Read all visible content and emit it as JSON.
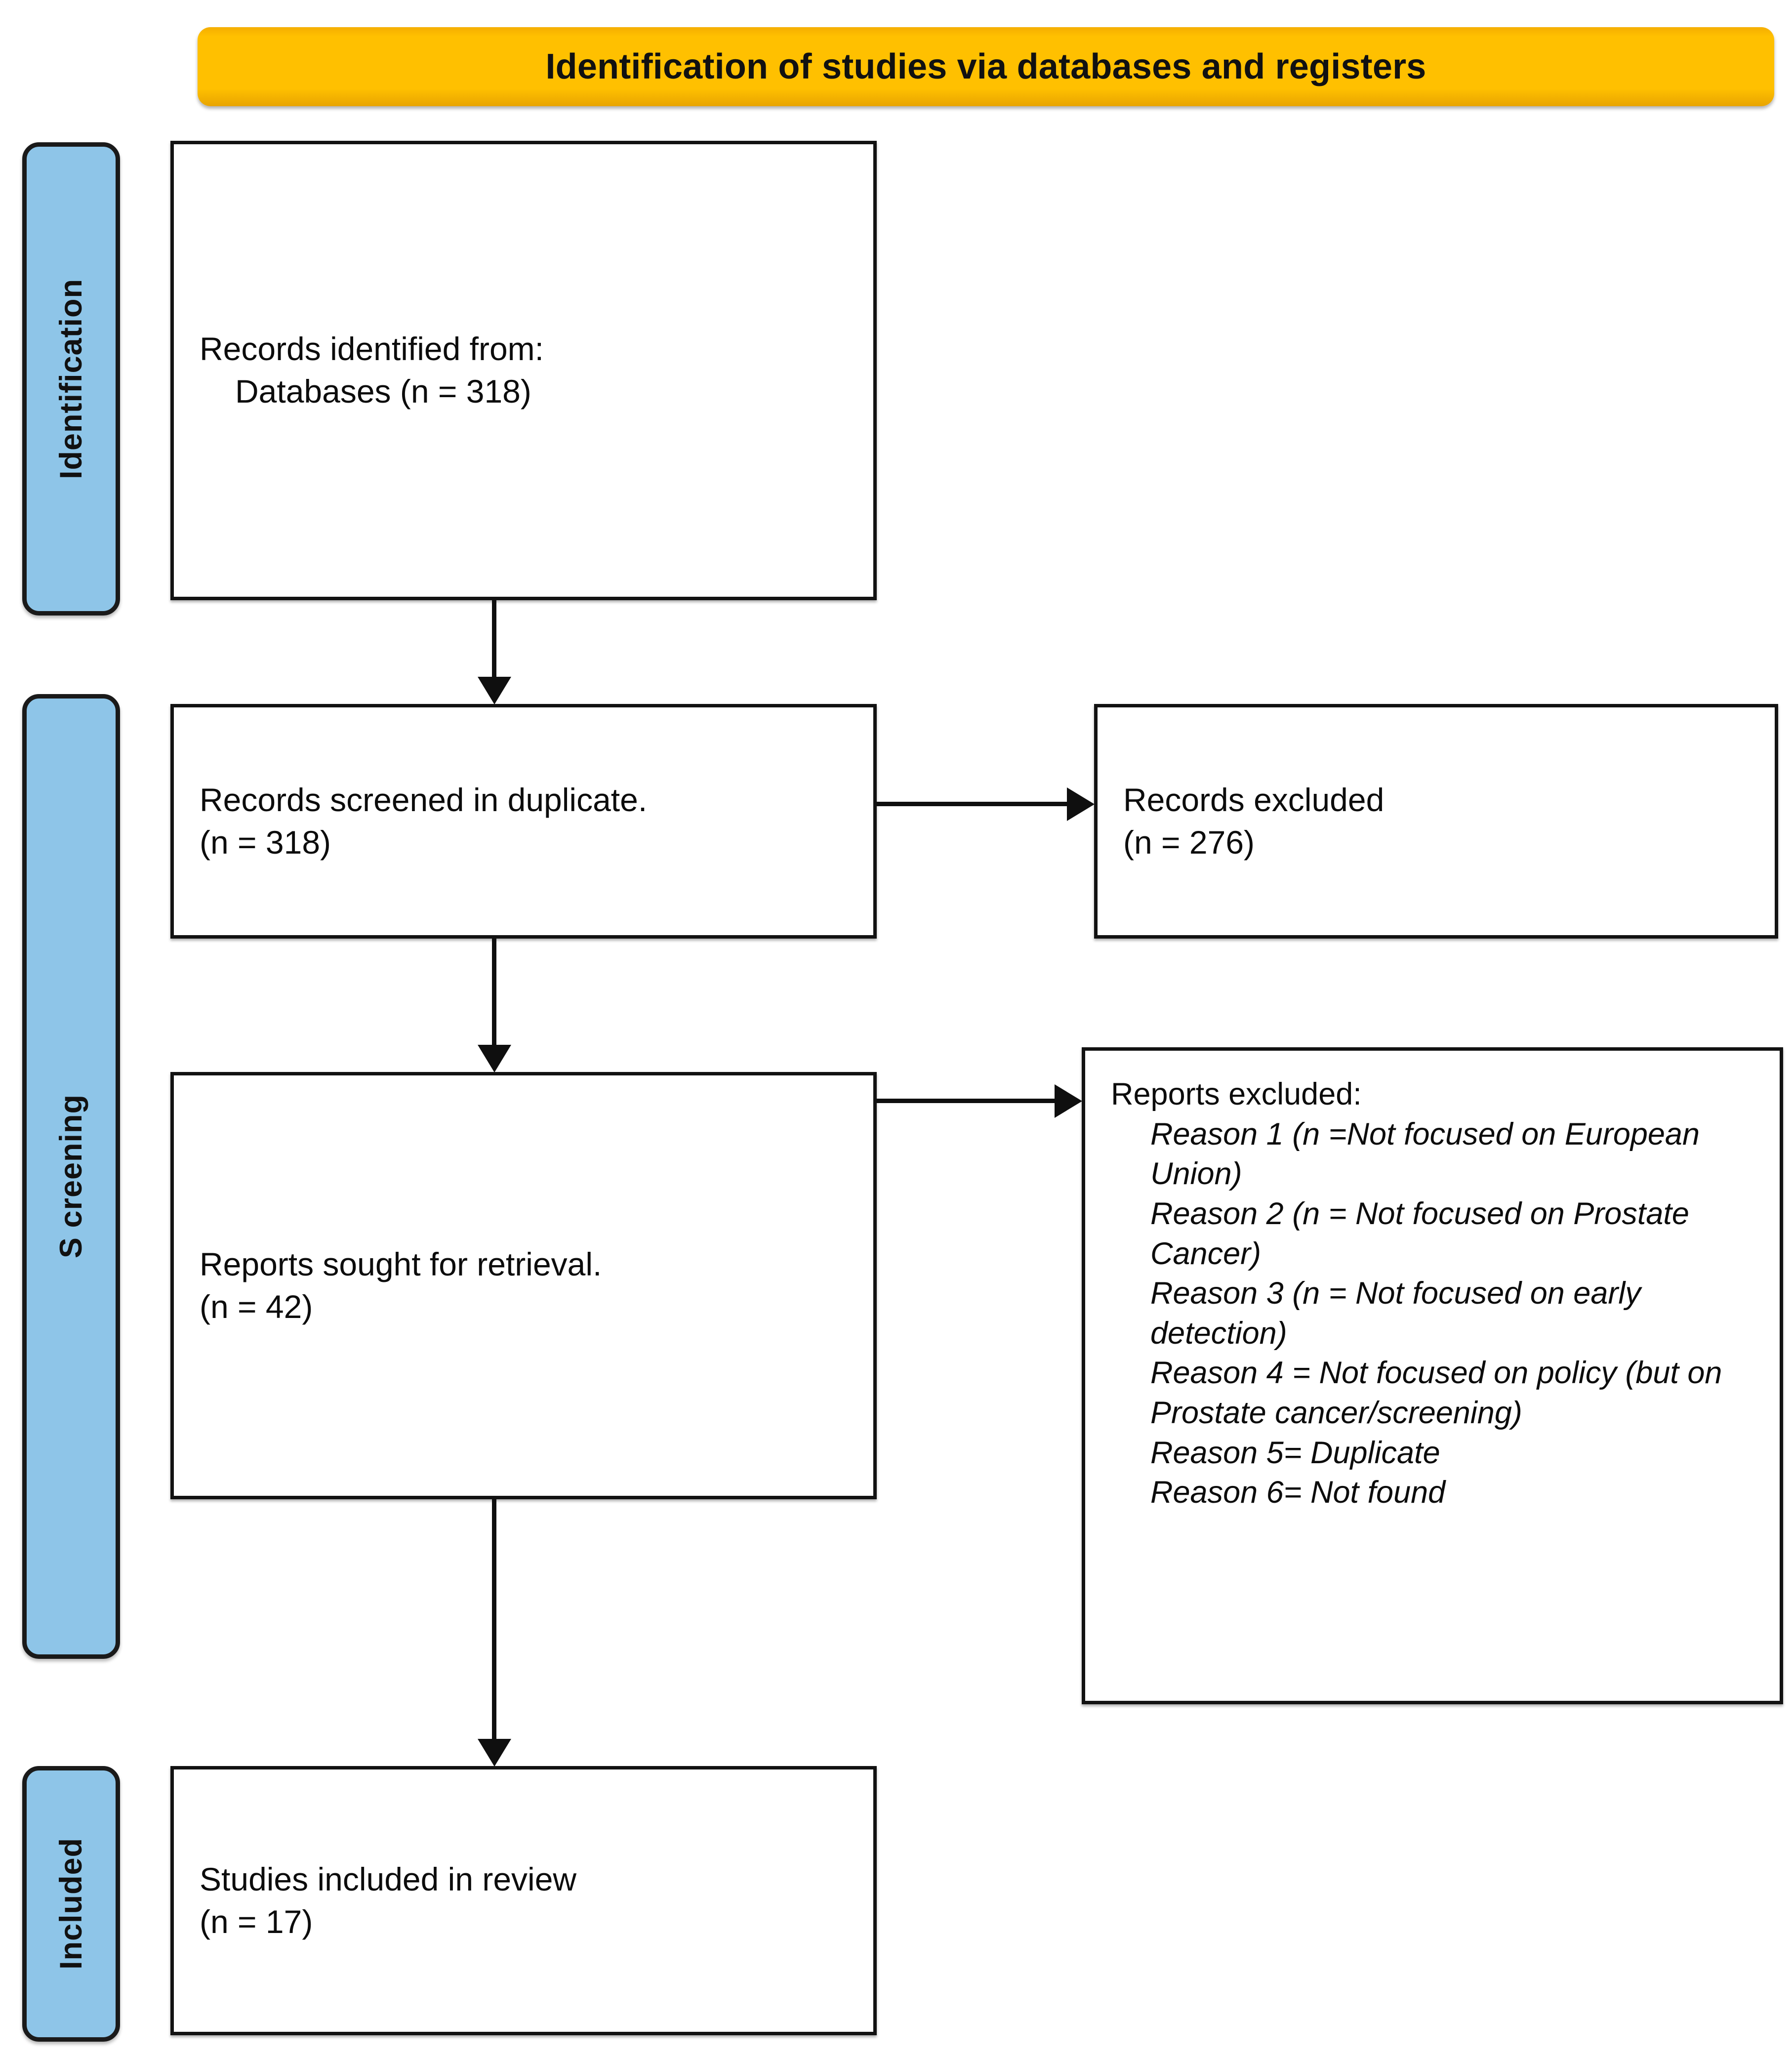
{
  "banner": {
    "title": "Identification of studies via databases and registers",
    "color": "#FFC000"
  },
  "stages": [
    {
      "id": "identification",
      "label": "Identification",
      "color": "#8EC5E8"
    },
    {
      "id": "screening",
      "label": "S creening",
      "color": "#8EC5E8"
    },
    {
      "id": "included",
      "label": "Included",
      "color": "#8EC5E8"
    }
  ],
  "boxes": {
    "identified": {
      "line1": "Records identified from:",
      "line2": "Databases (n = 318)"
    },
    "screened": {
      "line1": "Records screened in duplicate.",
      "line2": "(n = 318)"
    },
    "records_excluded": {
      "line1": "Records excluded",
      "line2": "(n = 276)"
    },
    "sought": {
      "line1": "Reports sought for retrieval.",
      "line2": "(n = 42)"
    },
    "reports_excluded": {
      "heading": "Reports excluded:",
      "reasons": [
        "Reason 1 (n =Not focused on European Union)",
        "Reason 2 (n = Not focused on Prostate Cancer)",
        "Reason 3 (n = Not focused on early detection)",
        "Reason 4 = Not focused on policy (but on Prostate cancer/screening)",
        "Reason 5= Duplicate",
        "Reason 6= Not found"
      ]
    },
    "included": {
      "line1": "Studies included in review",
      "line2": "(n = 17)"
    }
  },
  "flow": {
    "arrow_identified_to_screened": "down-arrow",
    "arrow_screened_to_excluded": "right-arrow",
    "arrow_screened_to_sought": "down-arrow",
    "arrow_sought_to_reports_excluded": "right-arrow",
    "arrow_sought_to_included": "down-arrow"
  }
}
